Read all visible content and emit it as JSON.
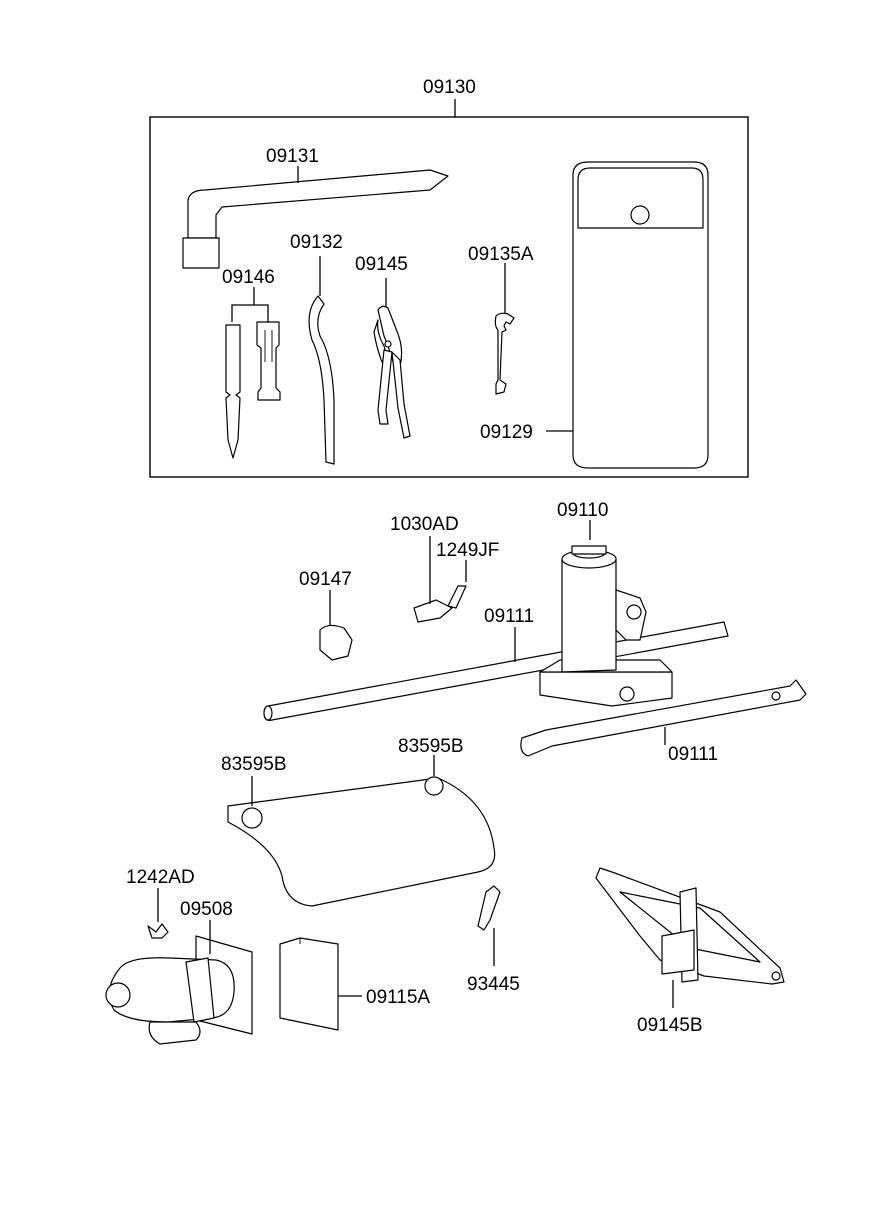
{
  "labels": {
    "kit": "09130",
    "wrench_l": "09131",
    "screwdriver": "09146",
    "bar": "09132",
    "pliers": "09145",
    "spanner": "09135A",
    "pouch": "09129",
    "bottle_jack": "09110",
    "clip1": "1030AD",
    "bolt": "1249JF",
    "clip2": "09147",
    "handle_a": "09111",
    "handle_b": "09111",
    "snap_a": "83595B",
    "snap_b": "83595B",
    "nut": "1242AD",
    "holder": "09508",
    "manual": "09115A",
    "pin": "93445",
    "scissor_jack": "09145B"
  }
}
